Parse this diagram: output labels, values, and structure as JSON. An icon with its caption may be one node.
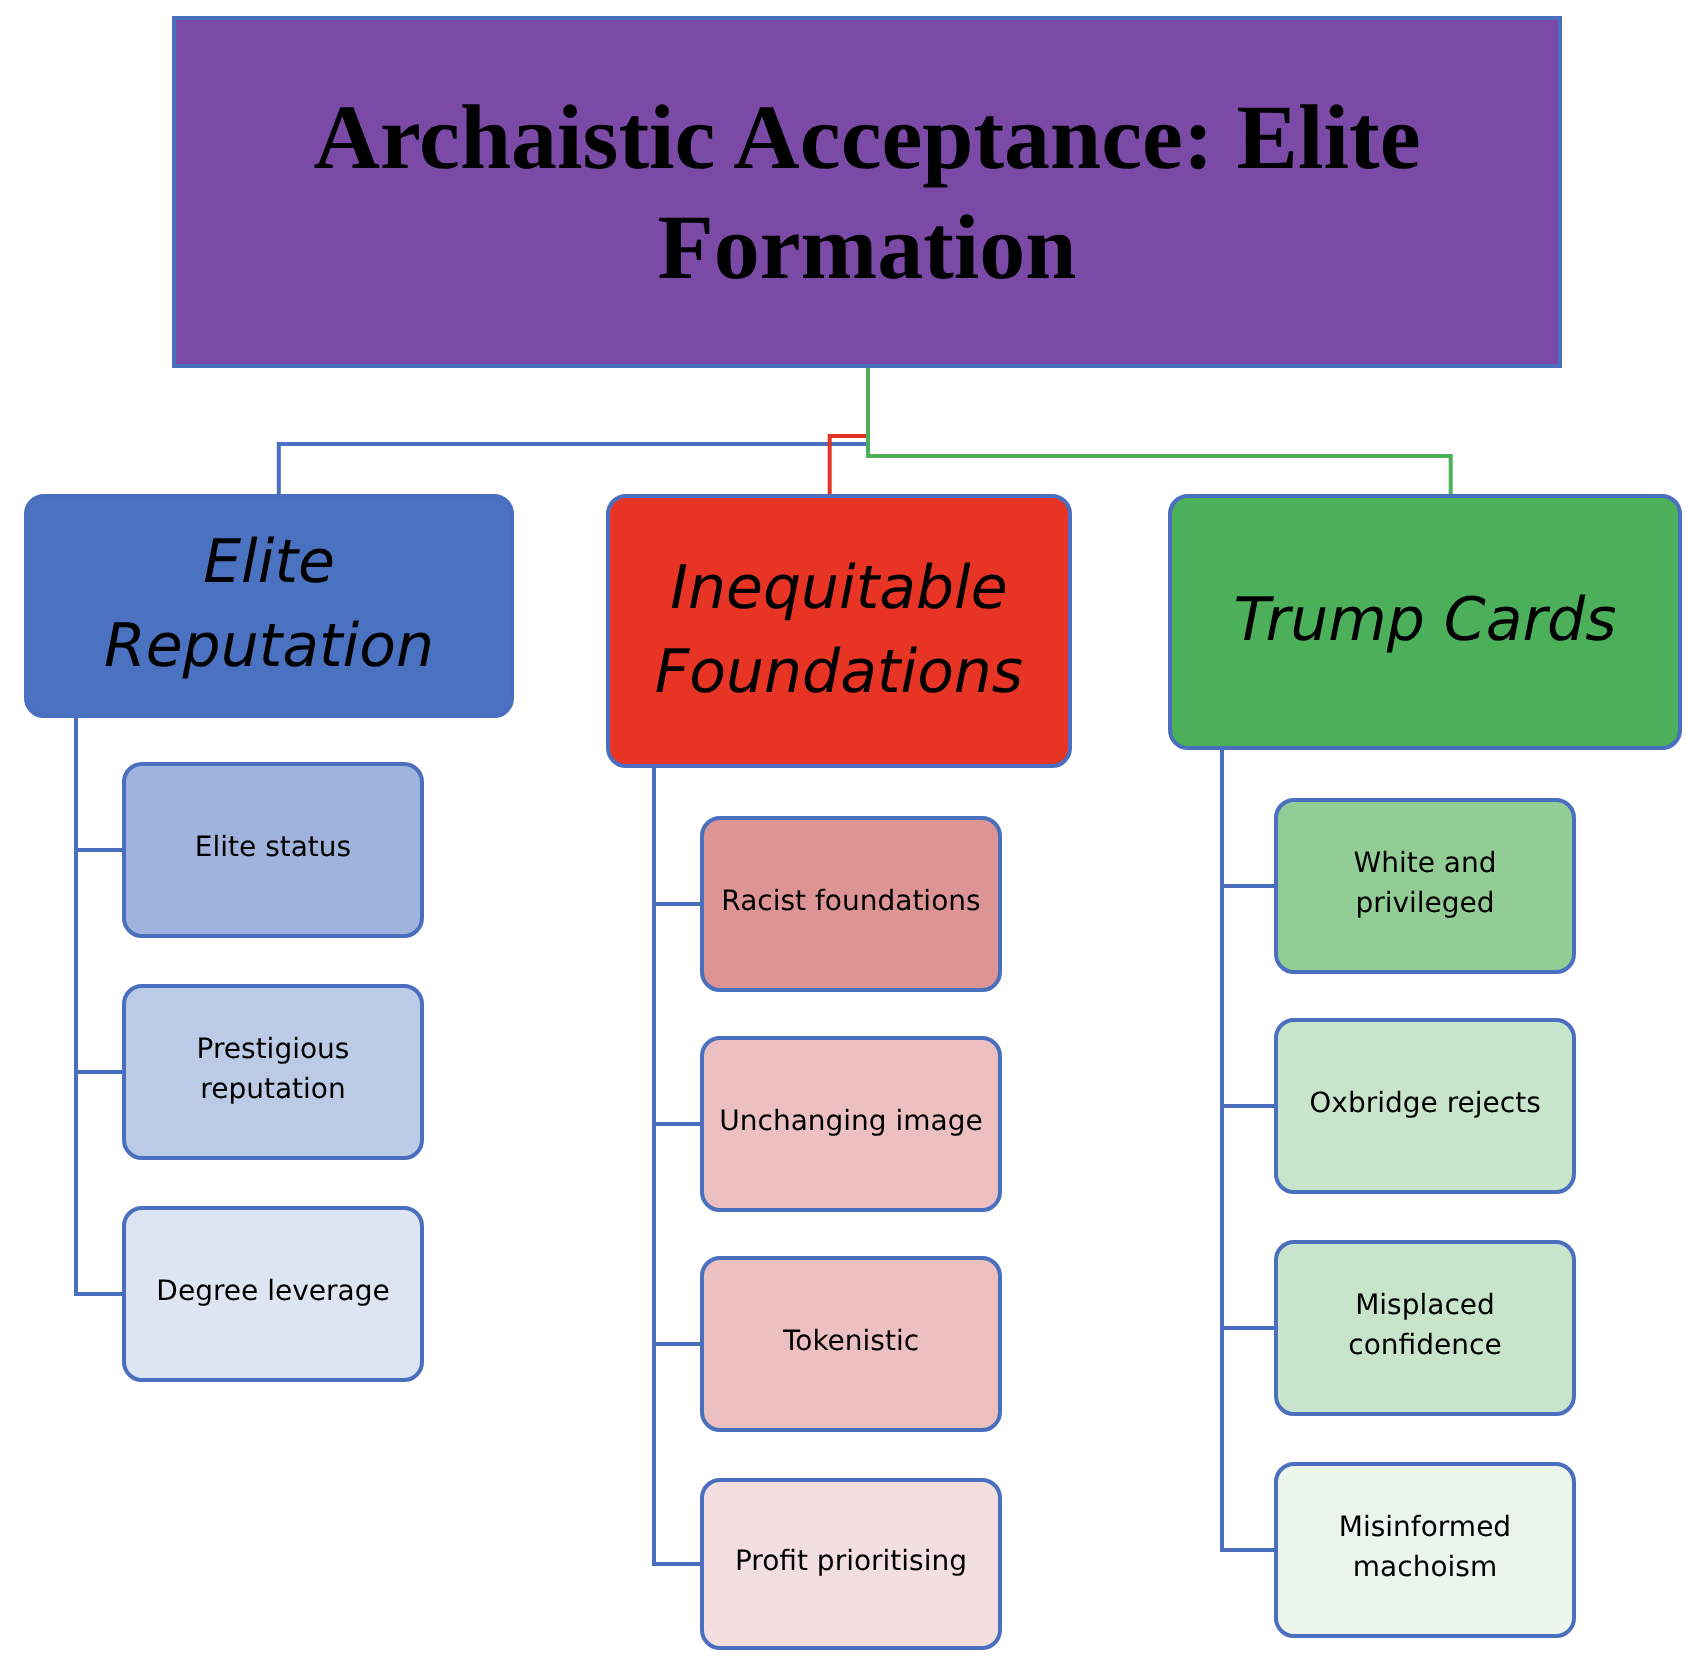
{
  "diagram": {
    "nodes": [
      {
        "text": [
          "Archaistic Acceptance: Elite Formation"
        ]
      },
      {
        "text": [
          "Elite Reputation"
        ]
      },
      {
        "text": [
          "Inequitable Foundations"
        ]
      },
      {
        "text": [
          "Trump Cards"
        ]
      },
      {
        "text": [
          "Elite status"
        ]
      },
      {
        "text": [
          "Prestigious reputation"
        ]
      },
      {
        "text": [
          "Degree leverage"
        ]
      },
      {
        "text": [
          "Racist foundations"
        ]
      },
      {
        "text": [
          "Unchanging image"
        ]
      },
      {
        "text": [
          "Tokenistic"
        ]
      },
      {
        "text": [
          "Profit prioritising"
        ]
      },
      {
        "text": [
          "White and privileged"
        ]
      },
      {
        "text": [
          "Oxbridge rejects"
        ]
      },
      {
        "text": [
          "Misplaced confidence"
        ]
      },
      {
        "text": [
          "Misinformed machoism"
        ]
      }
    ],
    "edges": [
      {
        "from": 0,
        "to": 1,
        "arrow": "none"
      },
      {
        "from": 0,
        "to": 2,
        "arrow": "none",
        "color": "#e03424"
      },
      {
        "from": 0,
        "to": 3,
        "arrow": "none",
        "color": "#4caf5a"
      },
      {
        "from": 1,
        "to": 4,
        "arrow": "none"
      },
      {
        "from": 1,
        "to": 5,
        "arrow": "none"
      },
      {
        "from": 1,
        "to": 6,
        "arrow": "none"
      },
      {
        "from": 2,
        "to": 7,
        "arrow": "none"
      },
      {
        "from": 2,
        "to": 8,
        "arrow": "none"
      },
      {
        "from": 2,
        "to": 9,
        "arrow": "none"
      },
      {
        "from": 2,
        "to": 10,
        "arrow": "none"
      },
      {
        "from": 3,
        "to": 11,
        "arrow": "none"
      },
      {
        "from": 3,
        "to": 12,
        "arrow": "none"
      },
      {
        "from": 3,
        "to": 13,
        "arrow": "none"
      },
      {
        "from": 3,
        "to": 14,
        "arrow": "none"
      }
    ]
  }
}
